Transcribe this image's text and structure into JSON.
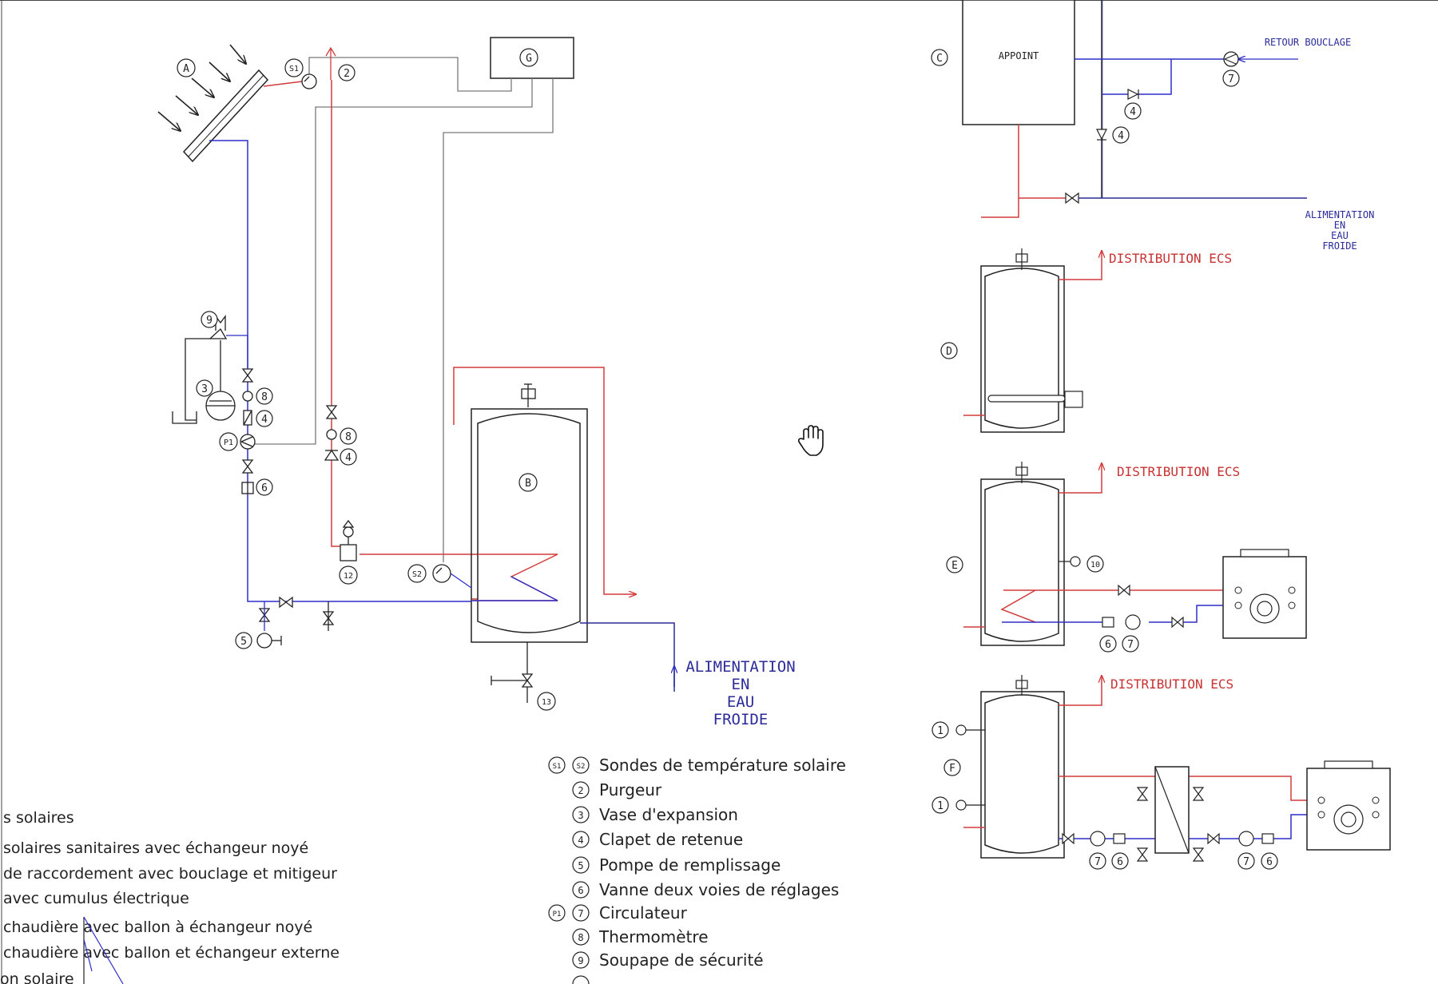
{
  "colors": {
    "hot": "#d23c3c",
    "cold": "#2f2fc8",
    "line": "#222222",
    "sensor": "#7a7a7a",
    "label_blue": "#2b2b9a",
    "label_red": "#c83232"
  },
  "icons": {
    "cursor": "hand-pan-icon"
  },
  "markers": {
    "A": "A",
    "B": "B",
    "C": "C",
    "D": "D",
    "E": "E",
    "F": "F",
    "G": "G",
    "S1": "S1",
    "S2": "S2",
    "n1": "1",
    "n2": "2",
    "n3": "3",
    "n4": "4",
    "n5": "5",
    "n6": "6",
    "n7": "7",
    "n8": "8",
    "n9": "9",
    "n10": "10",
    "n12": "12",
    "n13": "13",
    "P1": "P1"
  },
  "labels": {
    "appoint": "APPOINT",
    "retour_bouclage": "RETOUR BOUCLAGE",
    "alim_small": [
      "ALIMENTATION",
      "EN",
      "EAU",
      "FROIDE"
    ],
    "alim_main": [
      "ALIMENTATION",
      "EN",
      "EAU",
      "FROIDE"
    ],
    "distribution_1": "DISTRIBUTION ECS",
    "distribution_2": "DISTRIBUTION ECS",
    "distribution_3": "DISTRIBUTION ECS"
  },
  "legend_right": [
    "Sondes de température solaire",
    "Purgeur",
    "Vase d'expansion",
    "Clapet de retenue",
    "Pompe de remplissage",
    "Vanne deux voies de réglages",
    "Circulateur",
    "Thermomètre",
    "Soupape de sécurité"
  ],
  "legend_left": [
    "s solaires",
    "solaires sanitaires avec échangeur noyé",
    " de raccordement avec bouclage et mitigeur",
    "avec cumulus électrique",
    "chaudière avec ballon à échangeur noyé",
    "chaudière avec ballon et échangeur externe",
    "on solaire"
  ]
}
